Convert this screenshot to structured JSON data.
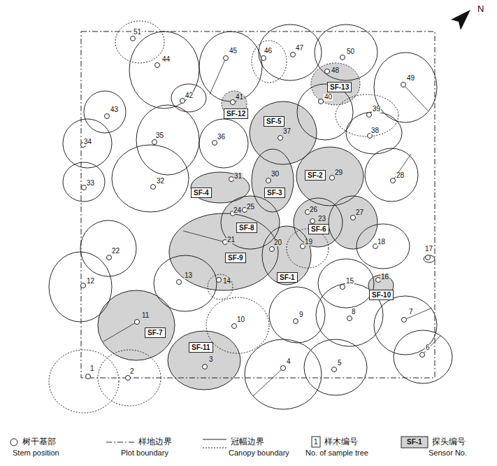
{
  "diagram": {
    "nodes": [
      {
        "text": [
          "SF-13"
        ]
      },
      {
        "text": [
          "SF-12"
        ]
      },
      {
        "text": [
          "SF-5"
        ]
      },
      {
        "text": [
          "SF-2"
        ]
      },
      {
        "text": [
          "SF-3"
        ]
      },
      {
        "text": [
          "SF-4"
        ]
      },
      {
        "text": [
          "SF-8"
        ]
      },
      {
        "text": [
          "SF-6"
        ]
      },
      {
        "text": [
          "SF-9"
        ]
      },
      {
        "text": [
          "SF-1"
        ]
      },
      {
        "text": [
          "SF-10"
        ]
      },
      {
        "text": [
          "SF-7"
        ]
      },
      {
        "text": [
          "SF-11"
        ]
      }
    ],
    "labels": [
      "N",
      "1",
      "2",
      "3",
      "4",
      "5",
      "6",
      "7",
      "8",
      "9",
      "10",
      "11",
      "12",
      "13",
      "14",
      "15",
      "16",
      "17",
      "18",
      "19",
      "20",
      "21",
      "22",
      "23",
      "24",
      "25",
      "26",
      "27",
      "28",
      "29",
      "30",
      "31",
      "32",
      "33",
      "34",
      "35",
      "36",
      "37",
      "38",
      "39",
      "40",
      "41",
      "42",
      "43",
      "44",
      "45",
      "46",
      "47",
      "48",
      "49",
      "50",
      "51",
      "Stem position",
      "Plot boundary",
      "Canopy boundary",
      "No. of sample tree",
      "Sensor No.",
      "1",
      "SF-1"
    ],
    "legend": [
      {
        "text": "树干基部"
      },
      {
        "text": "样地边界"
      },
      {
        "text": "冠幅边界"
      },
      {
        "text": "样木编号"
      },
      {
        "text": "探头编号"
      }
    ]
  }
}
